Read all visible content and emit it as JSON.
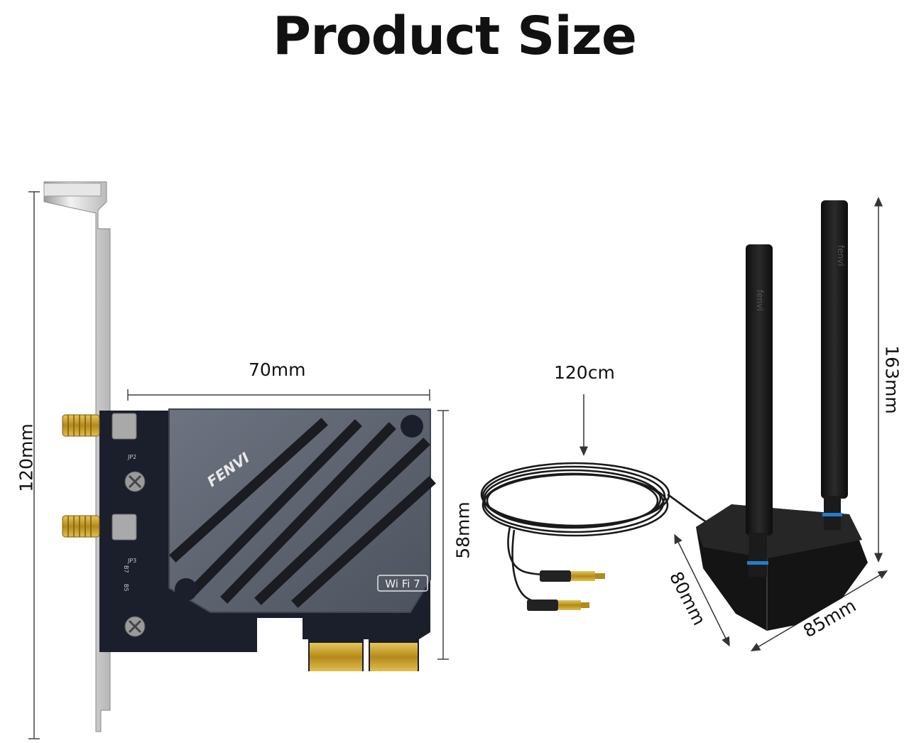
{
  "title": "Product Size",
  "dimensions": {
    "card_height": "120mm",
    "card_width": "70mm",
    "card_body_height": "58mm",
    "cable_length": "120cm",
    "antenna_height": "163mm",
    "base_depth": "80mm",
    "base_width": "85mm"
  },
  "card": {
    "brand": "FENVI",
    "wifi_badge": "Wi Fi 7",
    "labels": [
      "JP2",
      "JP3",
      "B7",
      "B5"
    ]
  },
  "antenna": {
    "brand": "fenvi"
  },
  "colors": {
    "heatsink": "#5e6470",
    "pcb": "#1b1e2b",
    "gold": "#c9a227",
    "antenna": "#141414",
    "accent_blue": "#1e7fd0"
  }
}
